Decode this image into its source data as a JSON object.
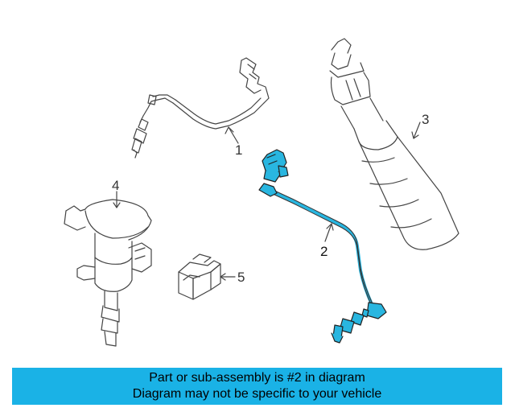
{
  "callouts": {
    "p1": "1",
    "p2": "2",
    "p3": "3",
    "p4": "4",
    "p5": "5"
  },
  "banner": {
    "line1": "Part or sub-assembly is #2 in diagram",
    "line2": "Diagram may not be specific to your vehicle"
  },
  "colors": {
    "highlight": "#29b6e0",
    "banner_bg": "#1ab2e6",
    "line": "#444444"
  }
}
